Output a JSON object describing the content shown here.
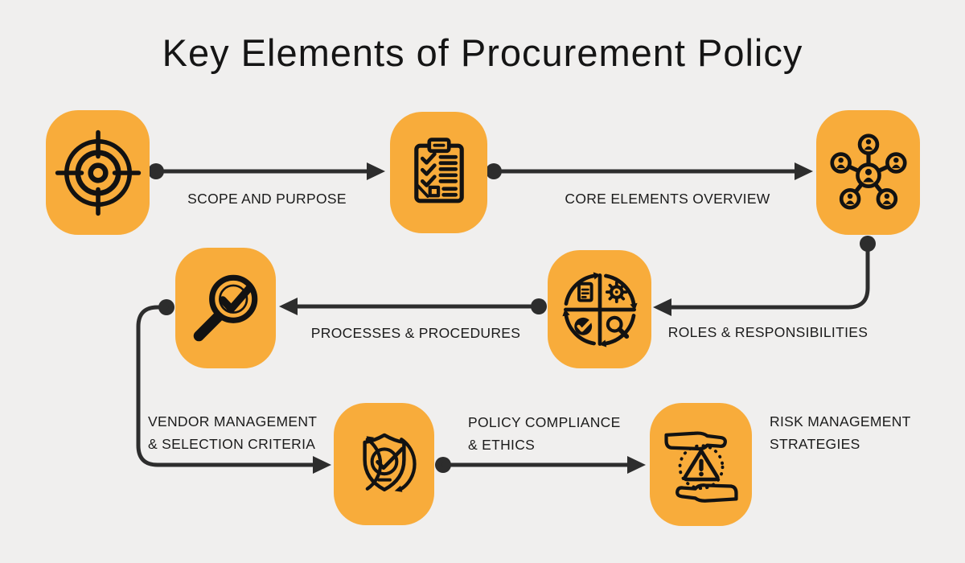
{
  "title": "Key Elements of Procurement Policy",
  "colors": {
    "background": "#F0EFEE",
    "node_fill": "#F8AC3B",
    "connector": "#2D2D2D",
    "icon": "#121212",
    "text": "#1B1B1B"
  },
  "labels": [
    "SCOPE AND PURPOSE",
    "CORE ELEMENTS OVERVIEW",
    "ROLES & RESPONSIBILITIES",
    "PROCESSES & PROCEDURES",
    "VENDOR MANAGEMENT\n& SELECTION CRITERIA",
    "POLICY COMPLIANCE\n& ETHICS",
    "RISK MANAGEMENT\nSTRATEGIES"
  ],
  "icons": [
    "target-icon",
    "checklist-clipboard-icon",
    "people-network-icon",
    "process-cycle-icon",
    "magnifier-check-icon",
    "shield-check-cycle-icon",
    "hands-warning-icon"
  ],
  "flow_order": [
    "target",
    "scope-and-purpose",
    "checklist",
    "core-elements-overview",
    "people-network",
    "roles-and-responsibilities",
    "process-cycle",
    "processes-and-procedures",
    "magnifier-check",
    "vendor-management-and-selection-criteria",
    "shield-check",
    "policy-compliance-and-ethics",
    "hands-warning",
    "risk-management-strategies"
  ]
}
